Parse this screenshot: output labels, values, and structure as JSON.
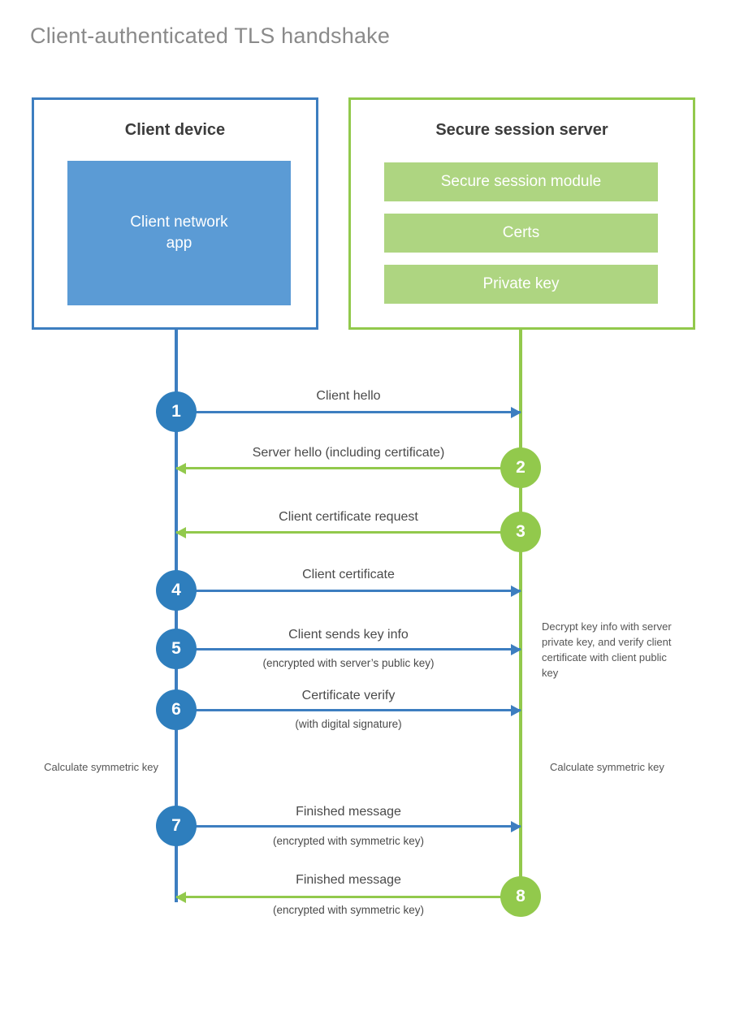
{
  "title": "Client-authenticated TLS handshake",
  "colors": {
    "client_blue": "#3d7ec0",
    "client_fill": "#5b9bd5",
    "server_green": "#92c94c",
    "server_fill": "#aed581",
    "text_dark": "#4a4a4a",
    "title_gray": "#8a8a8a"
  },
  "client": {
    "title": "Client device",
    "app_label": "Client network\napp",
    "app_label_line1": "Client network",
    "app_label_line2": "app"
  },
  "server": {
    "title": "Secure session server",
    "components": [
      {
        "label": "Secure session module"
      },
      {
        "label": "Certs"
      },
      {
        "label": "Private key"
      }
    ]
  },
  "steps": [
    {
      "number": "1",
      "label": "Client hello",
      "sublabel": "",
      "direction": "client-to-server",
      "origin": "client"
    },
    {
      "number": "2",
      "label": "Server hello (including certificate)",
      "sublabel": "",
      "direction": "server-to-client",
      "origin": "server"
    },
    {
      "number": "3",
      "label": "Client certificate request",
      "sublabel": "",
      "direction": "server-to-client",
      "origin": "server"
    },
    {
      "number": "4",
      "label": "Client certificate",
      "sublabel": "",
      "direction": "client-to-server",
      "origin": "client"
    },
    {
      "number": "5",
      "label": "Client sends key info",
      "sublabel": "(encrypted with server’s public key)",
      "direction": "client-to-server",
      "origin": "client"
    },
    {
      "number": "6",
      "label": "Certificate verify",
      "sublabel": "(with digital signature)",
      "direction": "client-to-server",
      "origin": "client"
    },
    {
      "number": "7",
      "label": "Finished message",
      "sublabel": "(encrypted with symmetric key)",
      "direction": "client-to-server",
      "origin": "client"
    },
    {
      "number": "8",
      "label": "Finished message",
      "sublabel": "(encrypted with symmetric key)",
      "direction": "server-to-client",
      "origin": "server"
    }
  ],
  "notes": {
    "decrypt": "Decrypt key info with server private key, and verify client certificate with client public key",
    "calculate_left": "Calculate symmetric key",
    "calculate_right": "Calculate symmetric key"
  }
}
